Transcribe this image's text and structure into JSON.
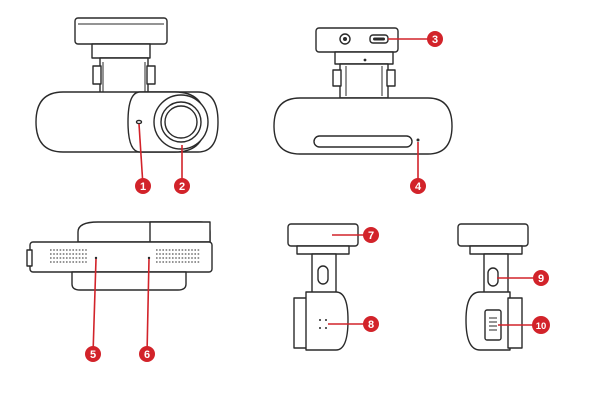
{
  "callouts": [
    {
      "label": "1"
    },
    {
      "label": "2"
    },
    {
      "label": "3"
    },
    {
      "label": "4"
    },
    {
      "label": "5"
    },
    {
      "label": "6"
    },
    {
      "label": "7"
    },
    {
      "label": "8"
    },
    {
      "label": "9"
    },
    {
      "label": "10"
    }
  ],
  "colors": {
    "callout": "#d2232a",
    "outline": "#2a2a2a"
  }
}
